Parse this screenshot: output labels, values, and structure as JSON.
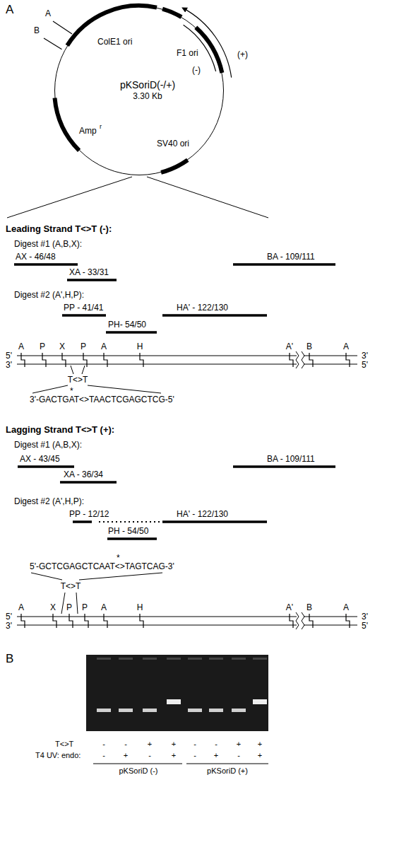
{
  "diagram": {
    "nodes": [
      {
        "text": [
          "pKSoriD(-/+)",
          "3.30 Kb"
        ]
      }
    ],
    "labels": [
      "A",
      "A",
      "B",
      "ColE1 ori",
      "F1 ori",
      "(+)",
      "(-)",
      "Amp",
      "r",
      "SV40 ori",
      "Leading Strand T<>T (-):",
      "Digest #1 (A,B,X):",
      "AX - 46/48",
      "XA - 33/31",
      "BA - 109/111",
      "Digest #2 (A',H,P):",
      "PP - 41/41",
      "HA' - 122/130",
      "PH- 54/50",
      "5'",
      "A",
      "P",
      "X",
      "P",
      "A",
      "H",
      "A'",
      "B",
      "A",
      "3'",
      "3'",
      "5'",
      "T<>T",
      "*",
      "3'-GACTGAT<>TAACTCGAGCTCG-5'",
      "Lagging Strand T<>T (+):",
      "Digest #1 (A,B,X):",
      "AX - 43/45",
      "XA - 36/34",
      "BA - 109/111",
      "Digest #2 (A',H,P):",
      "PP - 12/12",
      "HA' - 122/130",
      "PH - 54/50",
      "*",
      "5'-GCTCGAGCTCAAT<>TAGTCAG-3'",
      "T<>T",
      "5'",
      "A",
      "X",
      "P",
      "P",
      "A",
      "H",
      "A'",
      "B",
      "A",
      "3'",
      "3'",
      "5'",
      "B",
      "T<>T",
      "-",
      "-",
      "+",
      "+",
      "-",
      "-",
      "+",
      "+",
      "T4 UV: endo:",
      "-",
      "+",
      "-",
      "+",
      "-",
      "+",
      "-",
      "+",
      "pKSoriD (-)",
      "pKSoriD (+)"
    ]
  }
}
